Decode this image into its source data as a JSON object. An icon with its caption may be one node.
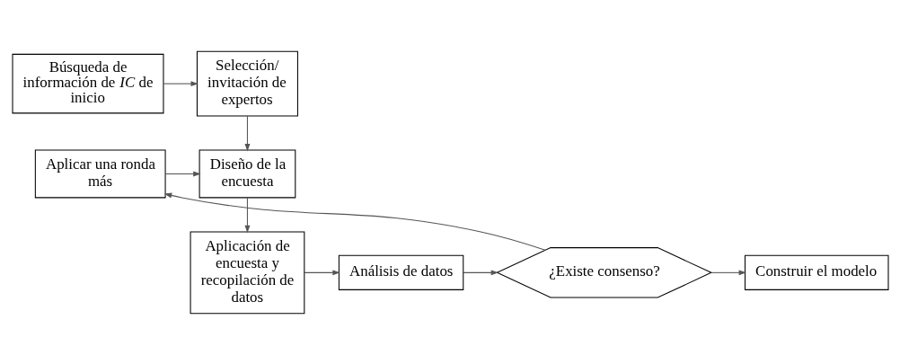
{
  "diagram": {
    "nodes": [
      {
        "text": [
          "Búsqueda de información de *IC* de inicio"
        ]
      },
      {
        "text": [
          "Selección/ invitación de expertos"
        ]
      },
      {
        "text": [
          "Diseño de la encuesta"
        ]
      },
      {
        "text": [
          "Aplicar una ronda más"
        ]
      },
      {
        "text": [
          "Aplicación de encuesta y recopilación de datos"
        ]
      },
      {
        "text": [
          "Análisis de datos"
        ]
      },
      {
        "text": [
          "¿Existe consenso?"
        ]
      },
      {
        "text": [
          "Construir el modelo"
        ]
      }
    ],
    "edges": [
      {
        "from": 0,
        "to": 1,
        "arrow": "to"
      },
      {
        "from": 1,
        "to": 2,
        "arrow": "to"
      },
      {
        "from": 3,
        "to": 2,
        "arrow": "to"
      },
      {
        "from": 2,
        "to": 4,
        "arrow": "to"
      },
      {
        "from": 4,
        "to": 5,
        "arrow": "to"
      },
      {
        "from": 5,
        "to": 6,
        "arrow": "to"
      },
      {
        "from": 6,
        "to": 3,
        "arrow": "to"
      },
      {
        "from": 6,
        "to": 7,
        "arrow": "to"
      }
    ]
  }
}
